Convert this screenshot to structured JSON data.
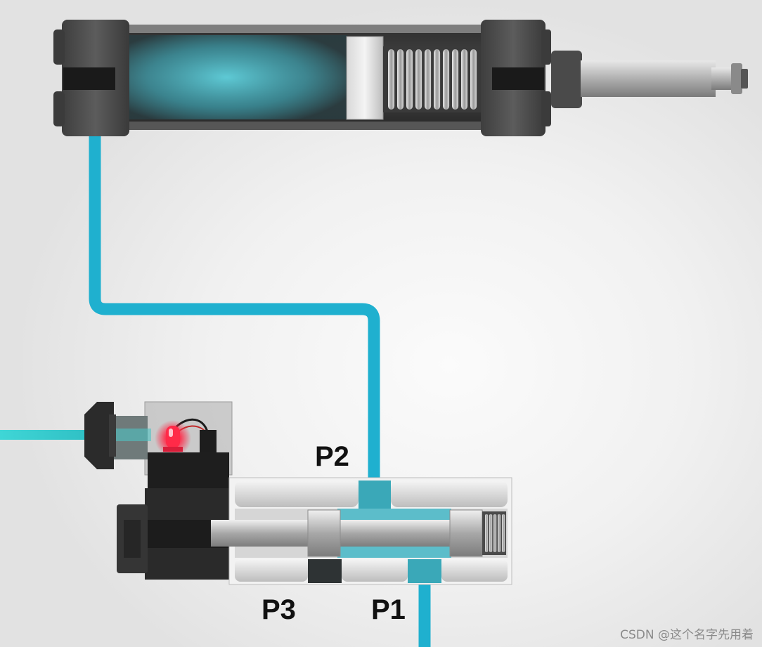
{
  "labels": {
    "p2": "P2",
    "p3": "P3",
    "p1": "P1"
  },
  "watermark": "CSDN @这个名字先用着",
  "colors": {
    "air_line": "#1fb0cf",
    "signal_line": "#3fd6d6",
    "pressurized_air": "#46b8c8",
    "led": "#ff2a48",
    "cylinder_metal": "#5a5a5a",
    "solenoid_body": "#2a2a2a"
  }
}
